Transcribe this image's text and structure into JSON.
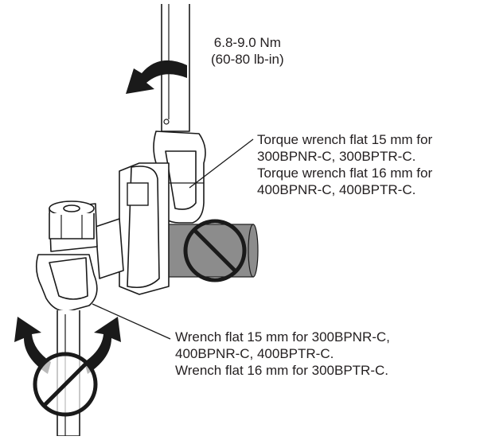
{
  "torque_spec": {
    "line1": "6.8-9.0 Nm",
    "line2": "(60-80 lb-in)"
  },
  "torque_wrench_callout": {
    "line1": "Torque wrench flat 15 mm for",
    "line2": "300BPNR-C, 300BPTR-C.",
    "line3": "Torque wrench flat 16 mm for",
    "line4": "400BPNR-C, 400BPTR-C."
  },
  "wrench_callout": {
    "line1": "Wrench flat 15 mm for 300BPNR-C,",
    "line2": "400BPNR-C, 400BPTR-C.",
    "line3": "Wrench flat 16 mm for 300BPTR-C."
  },
  "colors": {
    "line": "#1a1a1a",
    "body_gray": "#8c8c8c",
    "text": "#231f20"
  }
}
